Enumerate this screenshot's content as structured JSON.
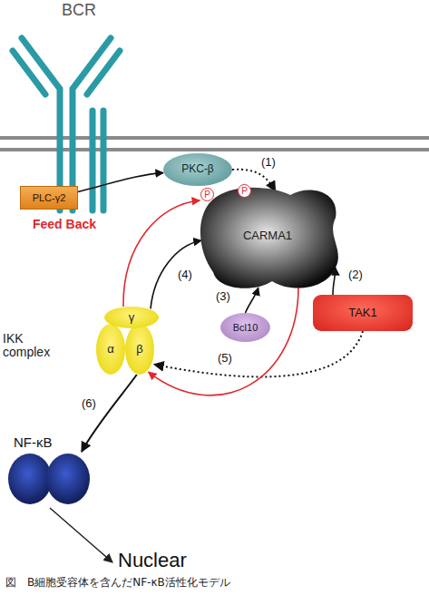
{
  "diagram": {
    "caption": "図　B細胞受容体を含んだNF-κB活性化モデル",
    "nodes": [
      {
        "text": [
          "PKC-β"
        ]
      },
      {
        "text": [
          "PLC-γ2"
        ]
      },
      {
        "text": [
          "CARMA1"
        ]
      },
      {
        "text": [
          "TAK1"
        ]
      },
      {
        "text": [
          "γ"
        ]
      },
      {
        "text": [
          "α"
        ]
      },
      {
        "text": [
          "β"
        ]
      },
      {
        "text": [
          "Bcl10"
        ]
      },
      {
        "text": [
          "NF-κB"
        ]
      }
    ],
    "edges": [
      {
        "from": 1,
        "to": 0,
        "arrow": "to"
      },
      {
        "from": 0,
        "to": 2,
        "arrow": "to"
      },
      {
        "from": 3,
        "to": 2,
        "arrow": "to"
      },
      {
        "from": 7,
        "to": 2,
        "arrow": "to"
      },
      {
        "from": 4,
        "to": 2,
        "arrow": "to"
      },
      {
        "from": 4,
        "to": 2,
        "arrow": "to"
      },
      {
        "from": 3,
        "to": 6,
        "arrow": "to"
      },
      {
        "from": 2,
        "to": 6,
        "arrow": "to"
      },
      {
        "from": 6,
        "to": 8,
        "arrow": "to"
      }
    ],
    "labels": [
      "BCR",
      "(1)",
      "P",
      "P",
      "(2)",
      "Feed Back",
      "(4)",
      "(3)",
      "IKK complex",
      "(5)",
      "(6)",
      "Nuclear"
    ]
  }
}
